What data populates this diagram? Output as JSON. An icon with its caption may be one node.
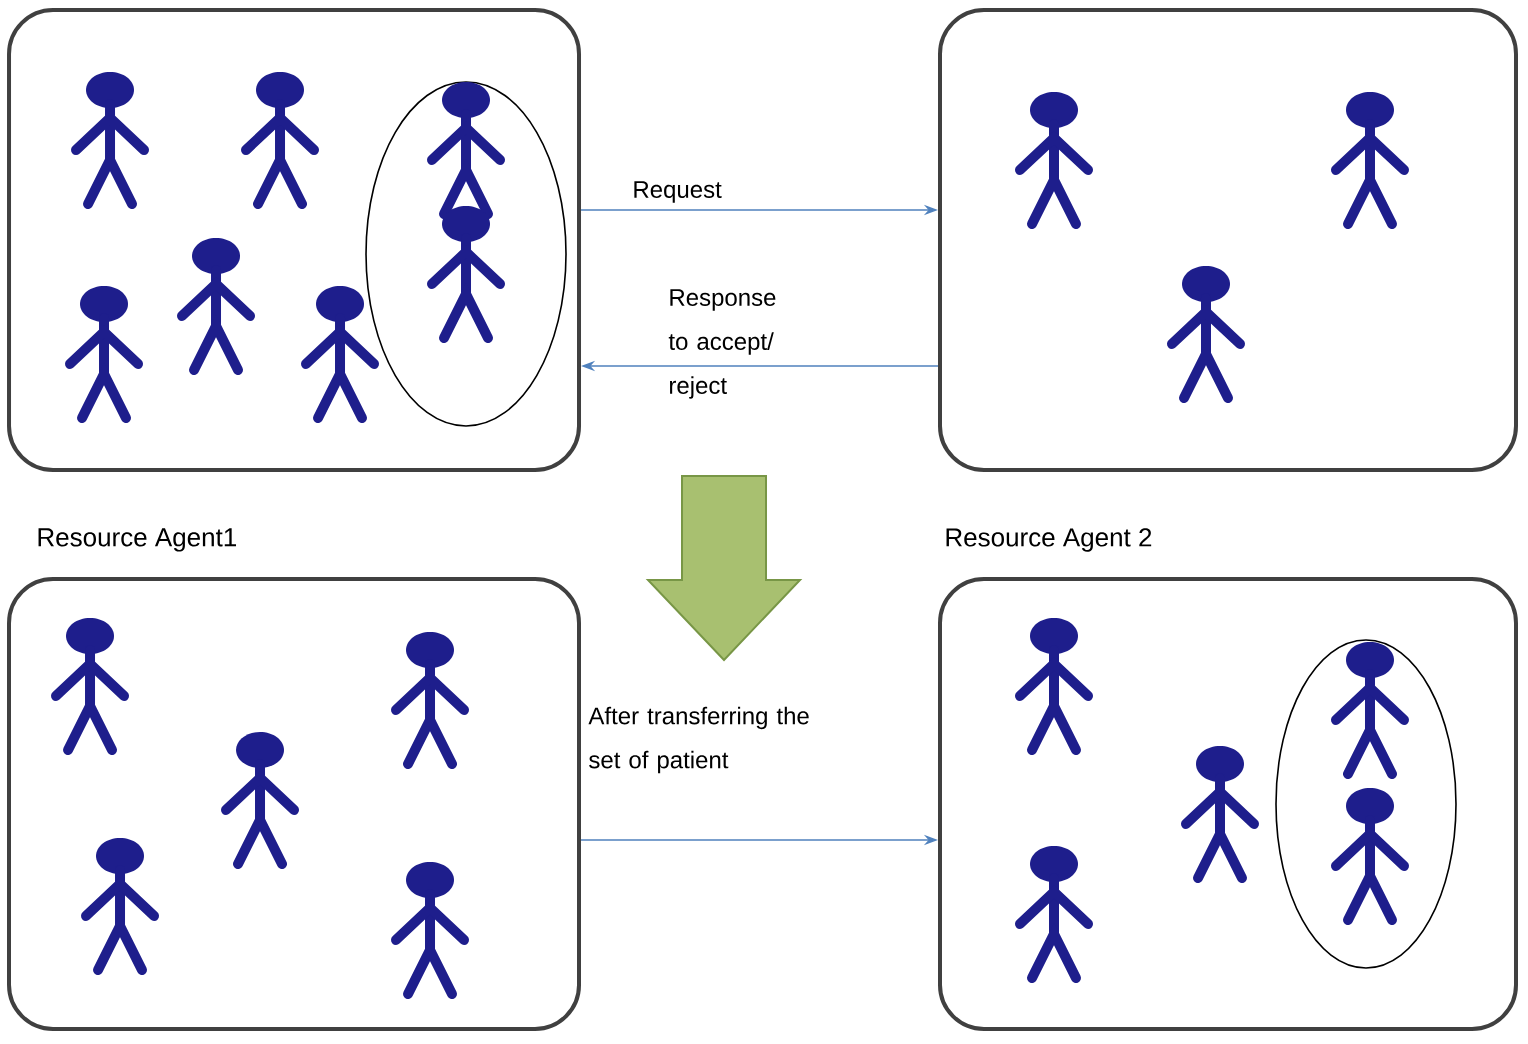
{
  "diagram": {
    "nodes": [
      {
        "text": [],
        "shape": "box"
      },
      {
        "text": [],
        "shape": "ellipse",
        "in": 0
      },
      {
        "text": [],
        "shape": "box"
      },
      {
        "text": [],
        "shape": "box"
      },
      {
        "text": [],
        "shape": "box"
      },
      {
        "text": [],
        "shape": "ellipse",
        "in": 4
      }
    ],
    "edges": [
      {
        "from": 0,
        "to": 2,
        "arrow": "to",
        "label": "Request"
      },
      {
        "from": 2,
        "to": 0,
        "arrow": "to",
        "label": "Response to accept/ reject"
      },
      {
        "from": 3,
        "to": 4,
        "arrow": "to",
        "label": "After transferring the set of patient"
      }
    ],
    "labels": [
      "Resource Agent1",
      "Resource Agent 2"
    ]
  }
}
